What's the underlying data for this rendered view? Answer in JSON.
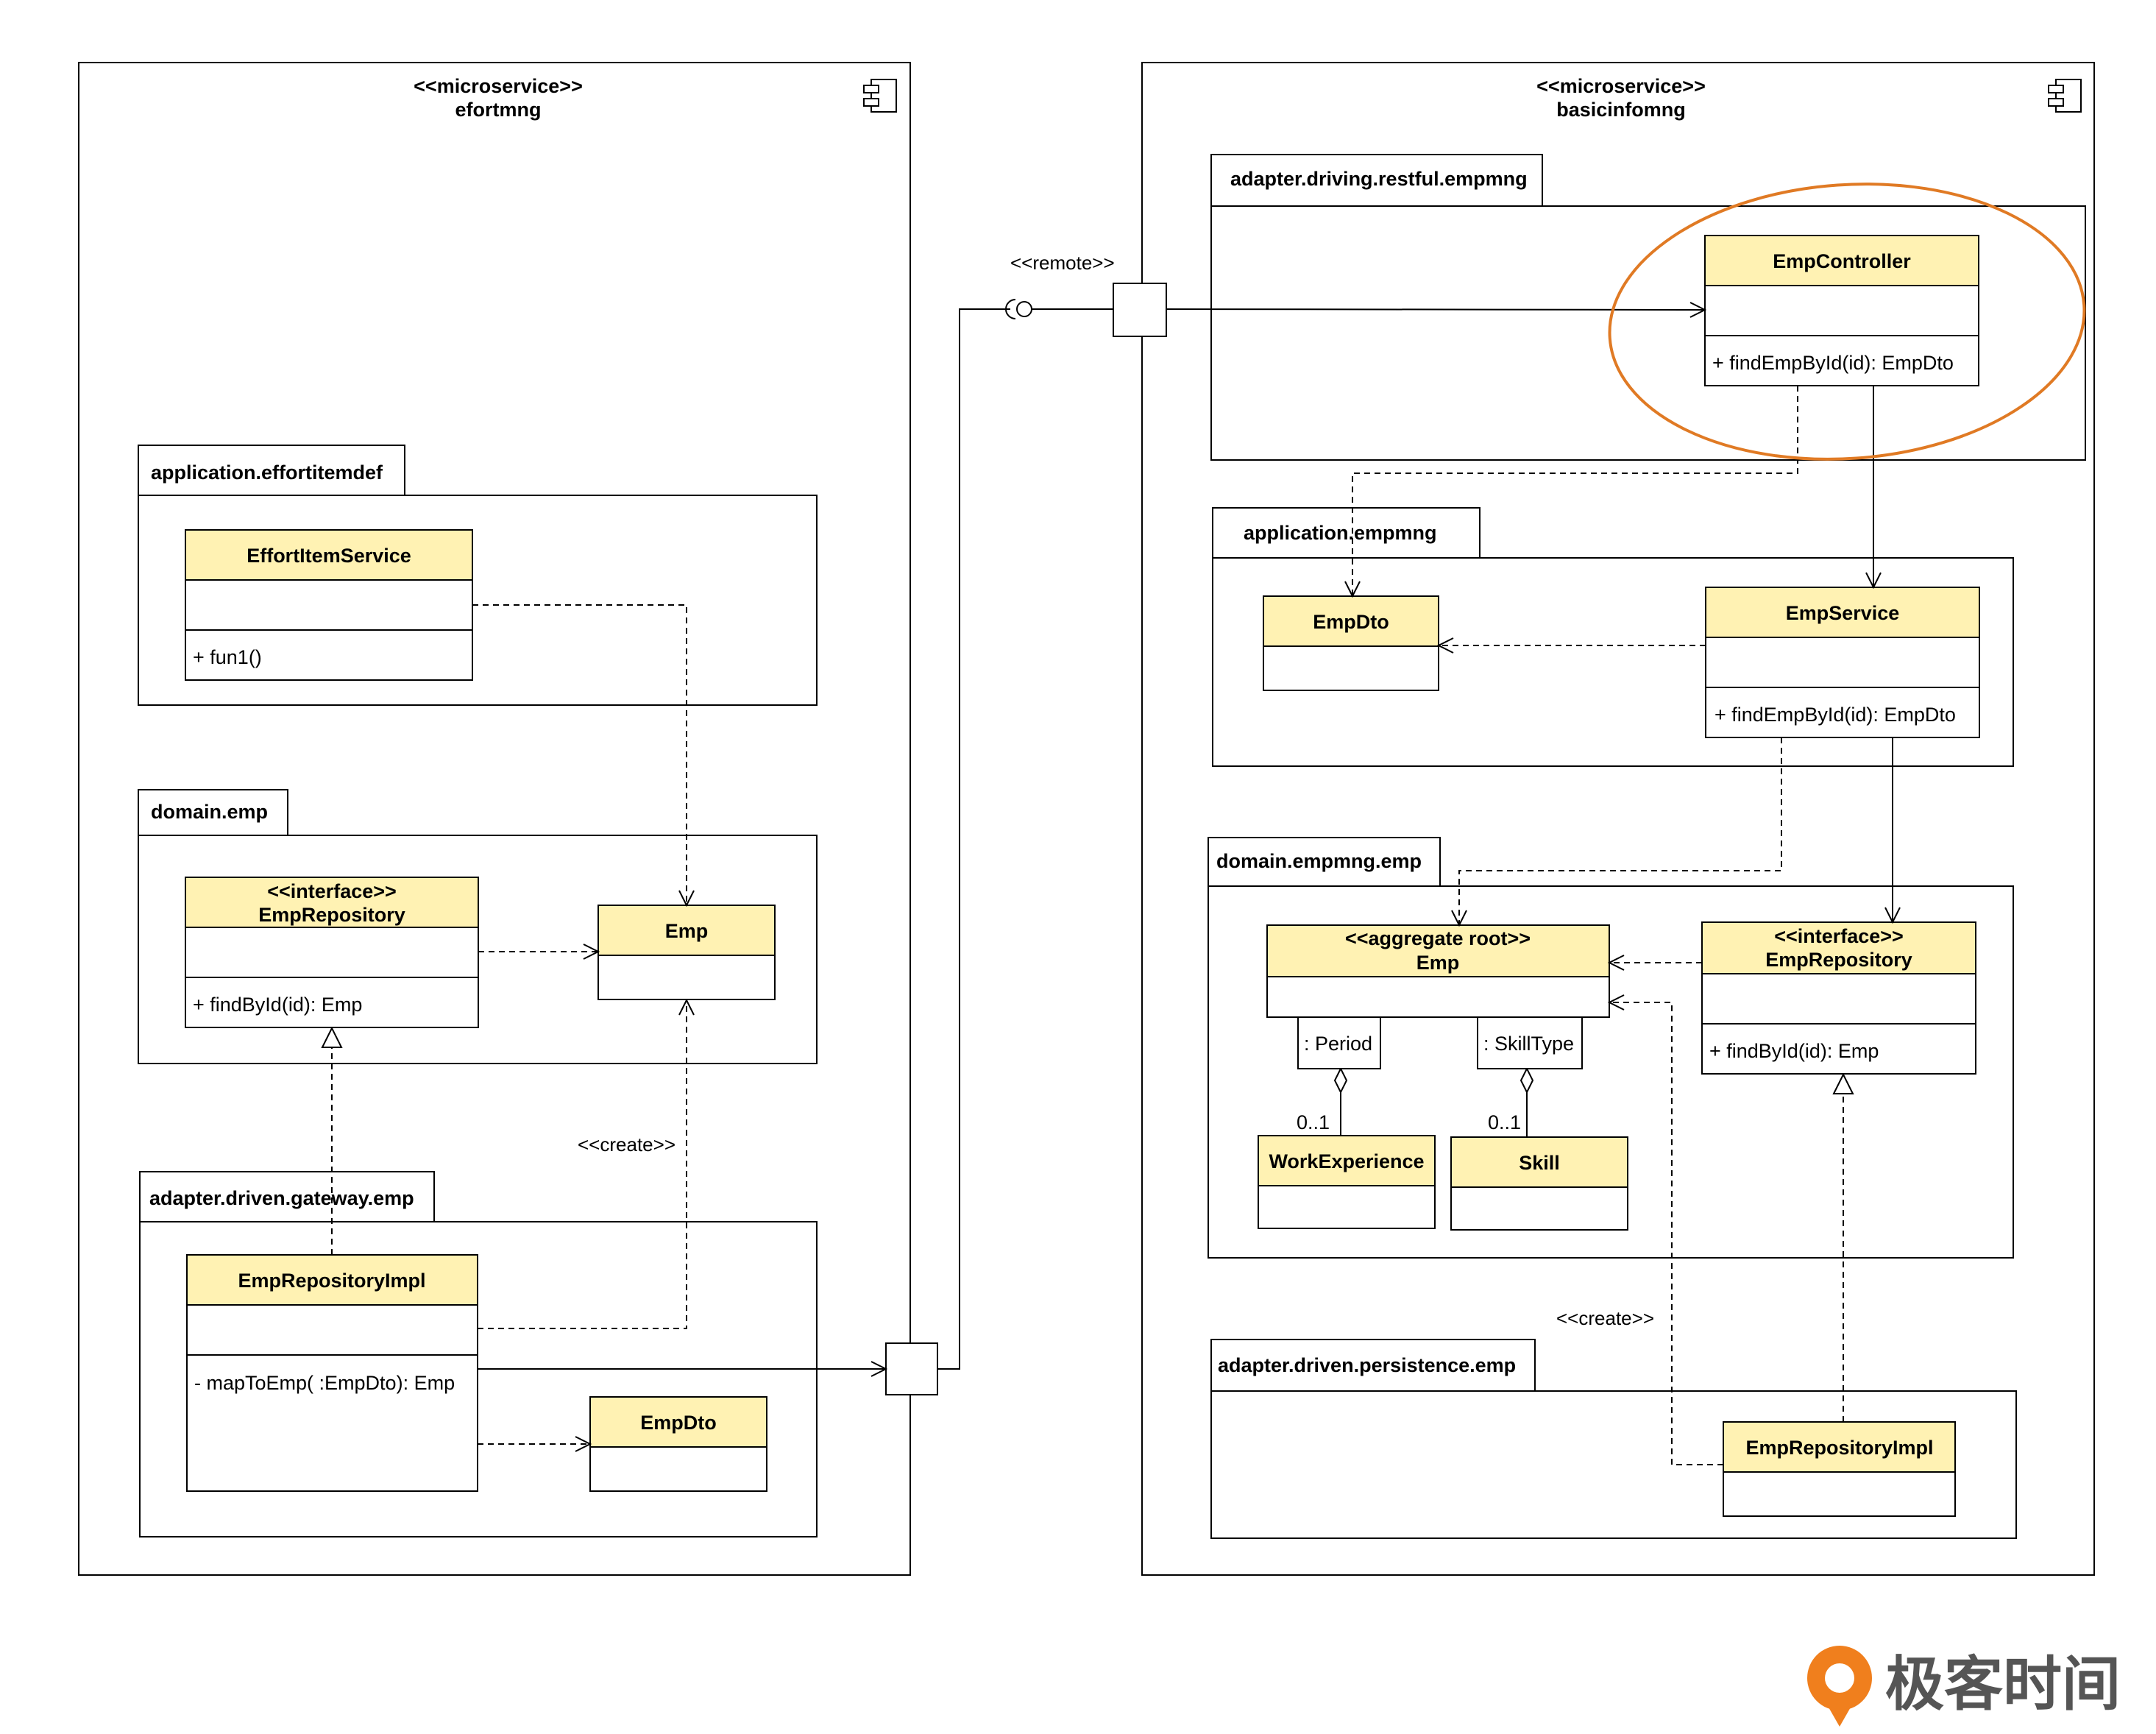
{
  "colors": {
    "class_fill": "#fff2b3",
    "line": "#000000",
    "highlight": "#e07a24",
    "logo_orange": "#f07f1d",
    "logo_text": "#555555"
  },
  "microservices": {
    "left": {
      "stereotype": "<<microservice>>",
      "name": "efortmng",
      "icon": "component-icon"
    },
    "right": {
      "stereotype": "<<microservice>>",
      "name": "basicinfomng",
      "icon": "component-icon"
    }
  },
  "packages": {
    "app_effortitemdef": "application.effortitemdef",
    "domain_emp": "domain.emp",
    "adapter_gateway": "adapter.driven.gateway.emp",
    "adapter_restful": "adapter.driving.restful.empmng",
    "app_empmng": "application.empmng",
    "domain_empmng": "domain.empmng.emp",
    "adapter_persistence": "adapter.driven.persistence.emp"
  },
  "classes": {
    "effort_item_service": {
      "name": "EffortItemService",
      "members": [
        "+ fun1()"
      ]
    },
    "left_emp_repository": {
      "stereotype": "<<interface>>",
      "name": "EmpRepository",
      "members": [
        "+ findById(id): Emp"
      ]
    },
    "left_emp": {
      "name": "Emp"
    },
    "left_emp_repository_impl": {
      "name": "EmpRepositoryImpl",
      "members": [
        "- mapToEmp( :EmpDto): Emp"
      ]
    },
    "left_emp_dto": {
      "name": "EmpDto"
    },
    "emp_controller": {
      "name": "EmpController",
      "members": [
        "+ findEmpById(id): EmpDto"
      ]
    },
    "right_emp_dto": {
      "name": "EmpDto"
    },
    "emp_service": {
      "name": "EmpService",
      "members": [
        "+ findEmpById(id): EmpDto"
      ]
    },
    "right_emp": {
      "stereotype": "<<aggregate root>>",
      "name": "Emp"
    },
    "right_emp_repository": {
      "stereotype": "<<interface>>",
      "name": "EmpRepository",
      "members": [
        "+ findById(id): Emp"
      ]
    },
    "work_experience": {
      "name": "WorkExperience"
    },
    "skill": {
      "name": "Skill"
    },
    "right_emp_repository_impl": {
      "name": "EmpRepositoryImpl"
    }
  },
  "qualifiers": {
    "period": ": Period",
    "skill_type": ": SkillType"
  },
  "multiplicities": {
    "work_experience": "0..1",
    "skill": "0..1"
  },
  "notes": {
    "remote": "<<remote>>",
    "create_left": "<<create>>",
    "create_right": "<<create>>"
  },
  "logo": {
    "text": "极客时间"
  }
}
